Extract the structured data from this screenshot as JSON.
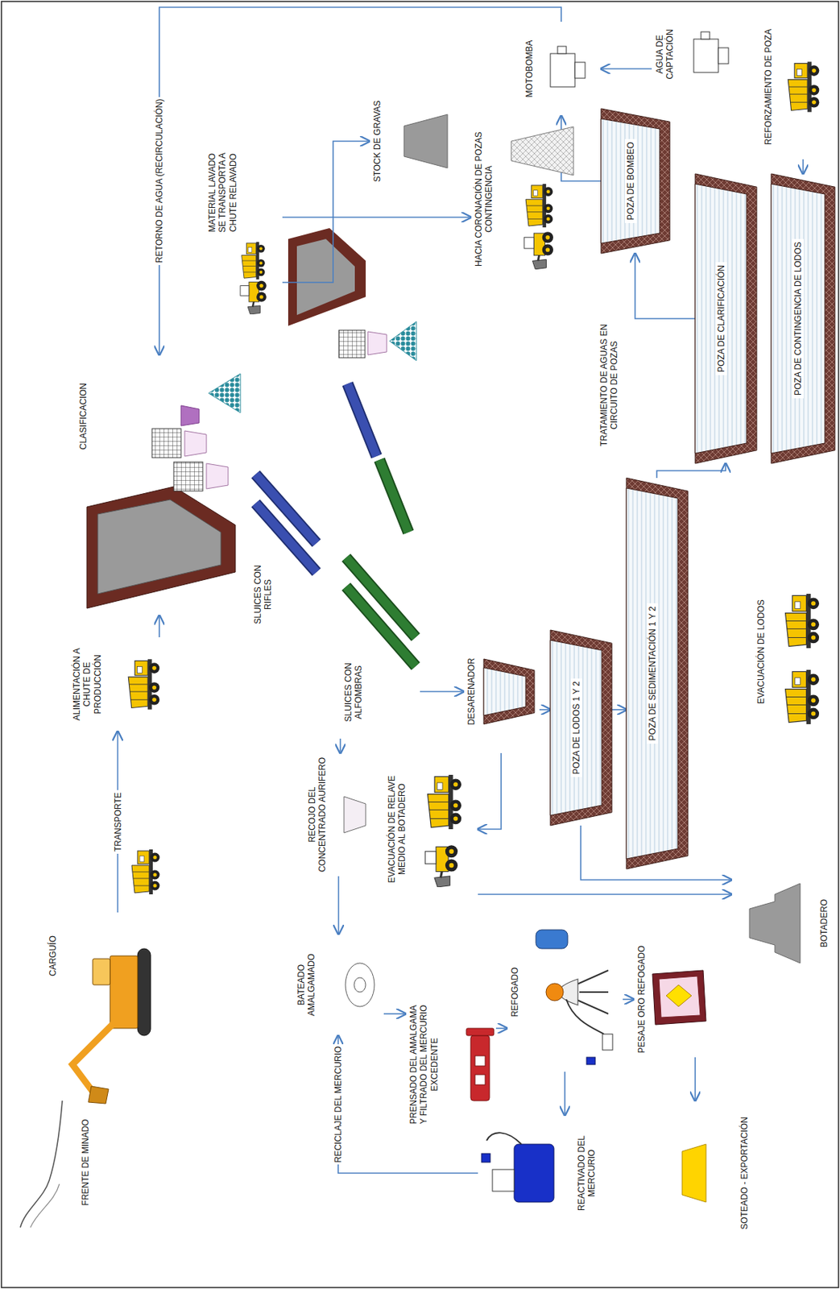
{
  "diagram": {
    "nodes": [
      {
        "text": [
          "FRENTE DE MINADO"
        ]
      },
      {
        "text": [
          "CARGUÍO"
        ]
      },
      {
        "text": [
          "ALIMENTACIÓN A CHUTE DE PRODUCCIÓN"
        ]
      },
      {
        "text": [
          "CLASIFICACION"
        ]
      },
      {
        "text": [
          "SLUICES CON RIFLES"
        ]
      },
      {
        "text": [
          "SLUICES CON ALFOMBRAS"
        ]
      },
      {
        "text": [
          "RECOJO DEL CONCENTRADO AURIFERO"
        ]
      },
      {
        "text": [
          "BATEADO AMALGAMADO"
        ]
      },
      {
        "text": [
          "PRENSADO DEL AMALGAMA Y FILTRADO DEL MERCURIO EXCEDENTE"
        ]
      },
      {
        "text": [
          "REFOGADO"
        ]
      },
      {
        "text": [
          "PESAJE ORO REFOGADO"
        ]
      },
      {
        "text": [
          "SOTEADO - EXPORTACIÓN"
        ]
      },
      {
        "text": [
          "REACTIVADO DEL MERCURIO"
        ]
      },
      {
        "text": [
          "MATERIAL LAVADO SE TRANSPORTA A CHUTE RELAVADO"
        ]
      },
      {
        "text": [
          "STOCK DE GRAVAS"
        ]
      },
      {
        "text": [
          "HACIA CORONACIÓN DE POZAS CONTINGENCIA"
        ]
      },
      {
        "text": [
          "MOTOBOMBA"
        ]
      },
      {
        "text": [
          "POZA DE BOMBEO"
        ]
      },
      {
        "text": [
          "AGUA DE CAPTACIÓN"
        ]
      },
      {
        "text": [
          "REFORZAMIENTO DE POZA"
        ]
      },
      {
        "text": [
          "DESARENADOR"
        ]
      },
      {
        "text": [
          "POZA DE LODOS 1 Y 2"
        ]
      },
      {
        "text": [
          "POZA DE SEDIMENTACIÓN 1 Y 2"
        ]
      },
      {
        "text": [
          "POZA DE CLARIFICACIÓN"
        ]
      },
      {
        "text": [
          "POZA DE CONTINGENCIA DE LODOS"
        ]
      },
      {
        "text": [
          "EVACUACIÓN DE LODOS"
        ]
      },
      {
        "text": [
          "EVACUACIÓN DE RELAVE MEDIO AL BOTADERO"
        ]
      },
      {
        "text": [
          "BOTADERO"
        ]
      }
    ],
    "edges": [
      {
        "from": 1,
        "to": 2,
        "arrow": "to",
        "label": "TRANSPORTE"
      },
      {
        "from": 2,
        "to": 3,
        "arrow": "to"
      },
      {
        "from": 5,
        "to": 6,
        "arrow": "to"
      },
      {
        "from": 6,
        "to": 7,
        "arrow": "to"
      },
      {
        "from": 7,
        "to": 8,
        "arrow": "to"
      },
      {
        "from": 8,
        "to": 9,
        "arrow": "to"
      },
      {
        "from": 9,
        "to": 10,
        "arrow": "to"
      },
      {
        "from": 10,
        "to": 11,
        "arrow": "to"
      },
      {
        "from": 9,
        "to": 12,
        "arrow": "to"
      },
      {
        "from": 12,
        "to": 7,
        "arrow": "to",
        "label": "RECICLAJE DEL MERCURIO"
      },
      {
        "from": 16,
        "to": 3,
        "arrow": "to",
        "label": "RETORNO DE AGUA (RECIRCULACIÓN)"
      },
      {
        "from": 18,
        "to": 16,
        "arrow": "to"
      },
      {
        "from": 17,
        "to": 16,
        "arrow": "to"
      },
      {
        "from": 19,
        "to": 24,
        "arrow": "to"
      },
      {
        "from": 5,
        "to": 20,
        "arrow": "to"
      },
      {
        "from": 20,
        "to": 21,
        "arrow": "to"
      },
      {
        "from": 21,
        "to": 22,
        "arrow": "to"
      },
      {
        "from": 22,
        "to": 23,
        "arrow": "to"
      },
      {
        "from": 23,
        "to": 17,
        "arrow": "to"
      },
      {
        "from": 20,
        "to": 26,
        "arrow": "to"
      },
      {
        "from": 26,
        "to": 27,
        "arrow": "to"
      },
      {
        "from": 21,
        "to": 27,
        "arrow": "to"
      },
      {
        "from": 13,
        "to": 14,
        "arrow": "to"
      },
      {
        "from": 13,
        "to": 15,
        "arrow": "to"
      }
    ],
    "labels": [
      "TRATAMIENTO DE AGUAS EN CIRCUITO DE POZAS"
    ]
  }
}
